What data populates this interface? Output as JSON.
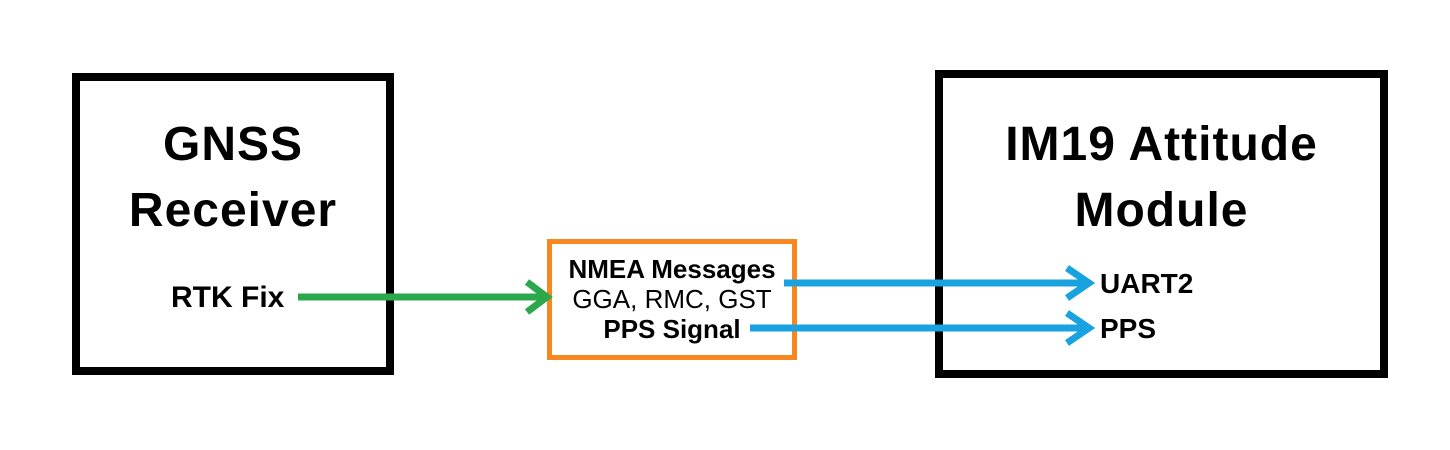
{
  "colors": {
    "background": "#ffffff",
    "box_border": "#000000",
    "group_border": "#F7871E",
    "rtk_arrow": "#2BA84C",
    "signal_arrow": "#18A3E0",
    "text": "#000000"
  },
  "gnss_box": {
    "title": [
      "GNSS",
      "Receiver"
    ],
    "output_label": "RTK Fix"
  },
  "signal_group_box": {
    "line1": "NMEA Messages",
    "line2": "GGA, RMC, GST",
    "line3": "PPS Signal"
  },
  "im19_box": {
    "title": [
      "IM19 Attitude",
      "Module"
    ],
    "input1_label": "UART2",
    "input2_label": "PPS"
  },
  "connections": [
    {
      "from": "GNSS Receiver",
      "label": "RTK Fix",
      "to": "NMEA Messages / PPS Signal group",
      "color_key": "rtk_arrow"
    },
    {
      "from": "NMEA Messages",
      "to": "UART2",
      "color_key": "signal_arrow"
    },
    {
      "from": "PPS Signal",
      "to": "PPS",
      "color_key": "signal_arrow"
    }
  ]
}
